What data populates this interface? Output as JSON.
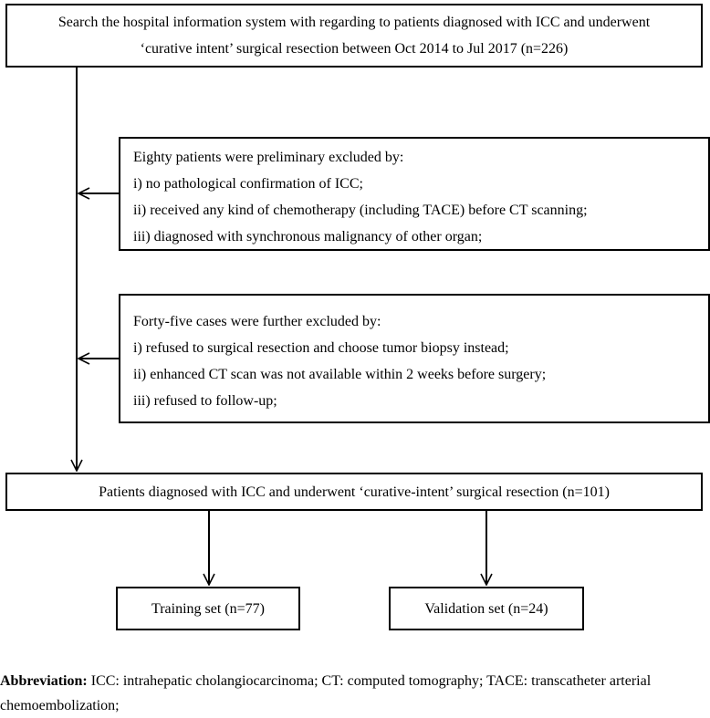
{
  "flowchart": {
    "top_box": {
      "line1": "Search the hospital information system with regarding to patients diagnosed with ICC and underwent",
      "line2": "‘curative intent’ surgical resection between Oct 2014 to Jul 2017 (n=226)"
    },
    "exclusion1": {
      "heading": "Eighty patients were preliminary excluded by:",
      "items": [
        "i) no pathological confirmation of ICC;",
        "ii) received any kind of chemotherapy (including TACE) before CT scanning;",
        "iii) diagnosed with synchronous malignancy of other organ;"
      ]
    },
    "exclusion2": {
      "heading": "Forty-five cases were further excluded by:",
      "items": [
        "i) refused to surgical resection and choose tumor biopsy instead;",
        "ii) enhanced CT scan was not available within 2 weeks before surgery;",
        "iii) refused to follow-up;"
      ]
    },
    "patients_box": "Patients diagnosed with ICC and underwent ‘curative-intent’ surgical resection (n=101)",
    "training_box": "Training set (n=77)",
    "validation_box": "Validation set (n=24)"
  },
  "abbreviation": {
    "label": "Abbreviation:",
    "text": " ICC: intrahepatic cholangiocarcinoma; CT: computed tomography; TACE: transcatheter arterial chemoembolization;"
  }
}
